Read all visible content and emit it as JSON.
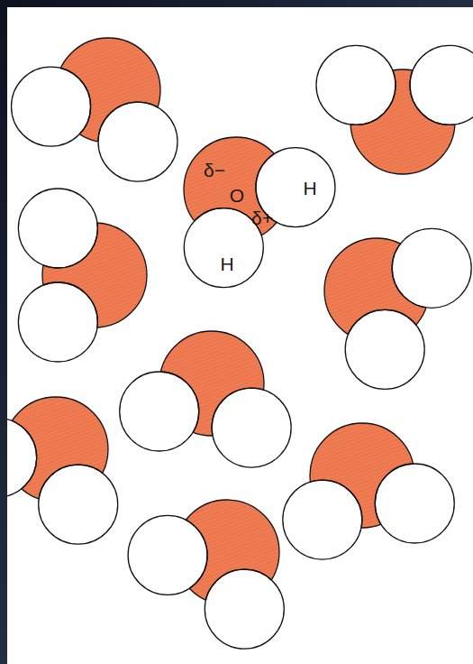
{
  "diagram": {
    "labels": [
      "δ−",
      "O",
      "δ+",
      "H",
      "H"
    ]
  }
}
